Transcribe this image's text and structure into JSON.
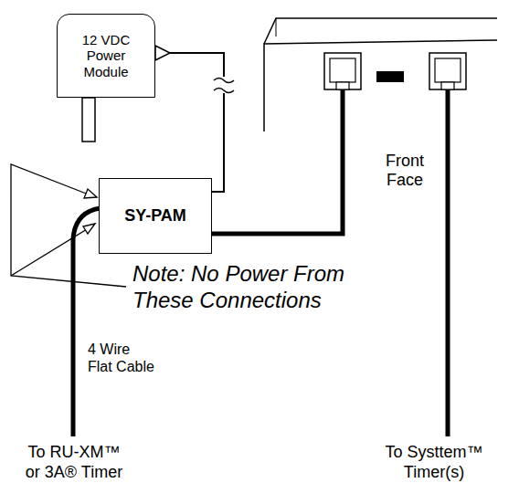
{
  "diagram": {
    "nodes": [
      {
        "text": [
          "12 VDC Power Module"
        ]
      },
      {
        "text": [
          "SY-PAM"
        ]
      },
      {
        "text": [
          "Front Face"
        ]
      }
    ],
    "edges": [
      {
        "from": 0,
        "to": 1,
        "arrow": "none"
      },
      {
        "from": 1,
        "to": 2,
        "arrow": "none"
      }
    ],
    "labels": [
      "Note: No Power From These Connections",
      "4 Wire Flat Cable",
      "To RU-XM™ or 3A® Timer",
      "To Systtem™ Timer(s)"
    ]
  }
}
